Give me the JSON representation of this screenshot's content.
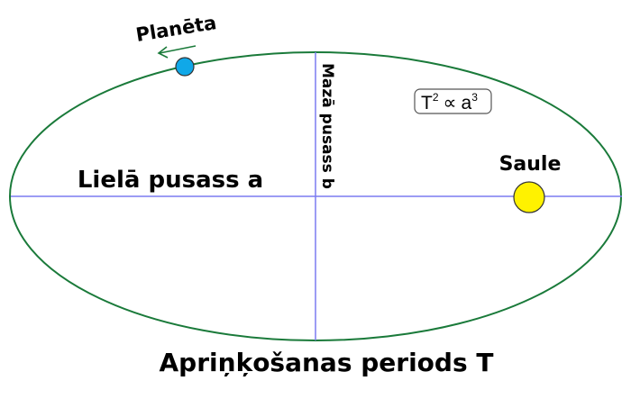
{
  "labels": {
    "planet": "Planēta",
    "minor_axis": "Mazā pusass b",
    "major_axis": "Lielā pusass a",
    "sun": "Saule",
    "period": "Apriņķošanas periods T"
  },
  "formula": {
    "base1": "T",
    "exp1": "2",
    "relation": "∝",
    "base2": "a",
    "exp2": "3"
  },
  "colors": {
    "orbit": "#1a7a3a",
    "axes": "#7b7bf0",
    "planet": "#10a8e8",
    "sun": "#fff200"
  }
}
